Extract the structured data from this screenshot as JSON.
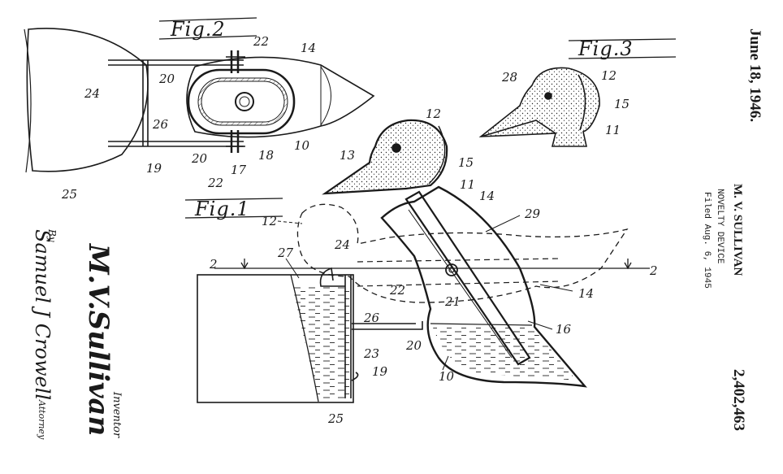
{
  "header": {
    "date": "June 18, 1946.",
    "inventor": "M. V. SULLIVAN",
    "title": "NOVELTY DEVICE",
    "filed": "Filed Aug. 6, 1945",
    "number": "2,402,463"
  },
  "figures": {
    "fig1": "Fig.1",
    "fig2": "Fig.2",
    "fig3": "Fig.3"
  },
  "labels": {
    "fig2": [
      "22",
      "14",
      "20",
      "24",
      "26",
      "19",
      "20",
      "17",
      "22",
      "18",
      "10",
      "25"
    ],
    "fig3": [
      "28",
      "12",
      "15",
      "11"
    ],
    "fig1": [
      "12",
      "13",
      "15",
      "11",
      "14",
      "29",
      "12",
      "2",
      "27",
      "24",
      "2",
      "22",
      "21",
      "14",
      "16",
      "26",
      "20",
      "23",
      "19",
      "10",
      "25"
    ]
  },
  "signature": {
    "inventor_name": "M.V.Sullivan",
    "inventor_caption": "Inventor",
    "by": "By",
    "attorney_name": "Samuel J Crowell",
    "attorney_caption": "Attorney"
  }
}
